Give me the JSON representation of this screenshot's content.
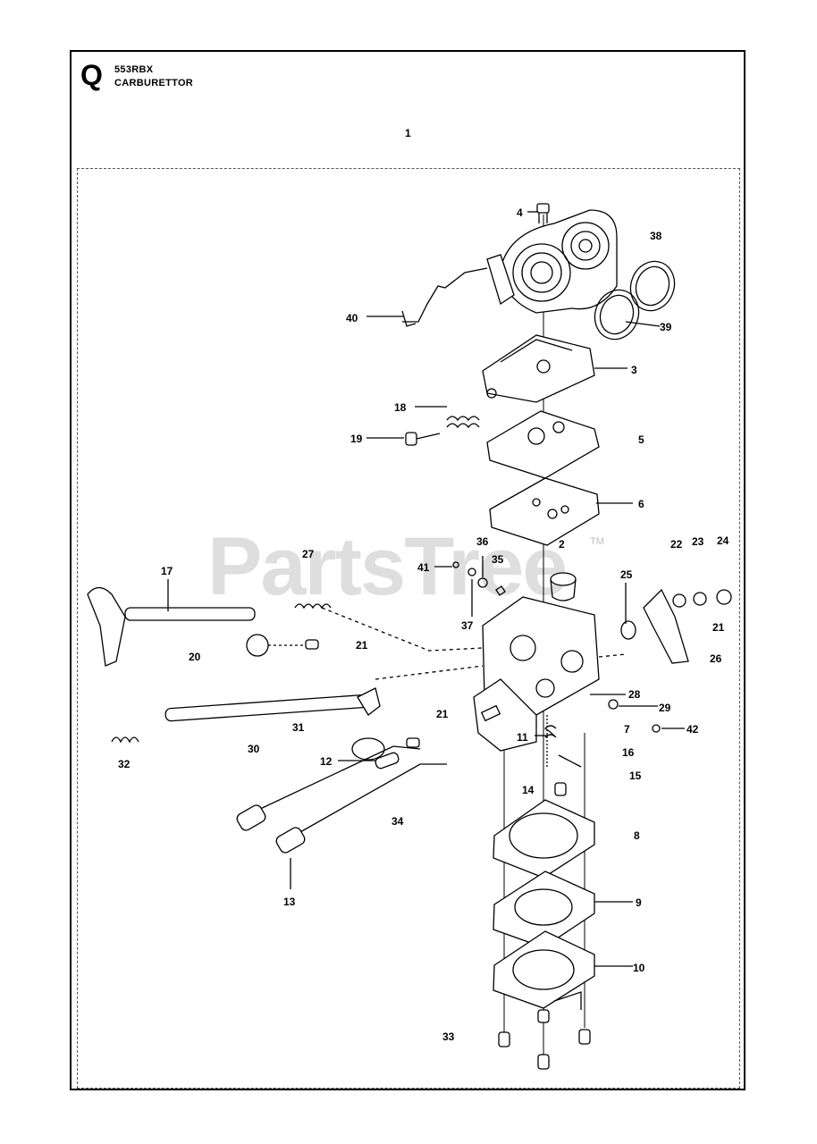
{
  "header": {
    "section_letter": "Q",
    "model": "553RBX",
    "title": "CARBURETTOR",
    "assembly_ref": "1"
  },
  "watermark": {
    "text": "PartsTree",
    "trademark": "TM"
  },
  "parts": [
    {
      "id": "p2",
      "text": "2"
    },
    {
      "id": "p3",
      "text": "3"
    },
    {
      "id": "p4",
      "text": "4"
    },
    {
      "id": "p5",
      "text": "5"
    },
    {
      "id": "p6",
      "text": "6"
    },
    {
      "id": "p7",
      "text": "7"
    },
    {
      "id": "p8",
      "text": "8"
    },
    {
      "id": "p9",
      "text": "9"
    },
    {
      "id": "p10",
      "text": "10"
    },
    {
      "id": "p11",
      "text": "11"
    },
    {
      "id": "p12",
      "text": "12"
    },
    {
      "id": "p13",
      "text": "13"
    },
    {
      "id": "p14",
      "text": "14"
    },
    {
      "id": "p15",
      "text": "15"
    },
    {
      "id": "p16",
      "text": "16"
    },
    {
      "id": "p17",
      "text": "17"
    },
    {
      "id": "p18",
      "text": "18"
    },
    {
      "id": "p19",
      "text": "19"
    },
    {
      "id": "p20",
      "text": "20"
    },
    {
      "id": "p21a",
      "text": "21"
    },
    {
      "id": "p21b",
      "text": "21"
    },
    {
      "id": "p21c",
      "text": "21"
    },
    {
      "id": "p22",
      "text": "22"
    },
    {
      "id": "p23",
      "text": "23"
    },
    {
      "id": "p24",
      "text": "24"
    },
    {
      "id": "p25",
      "text": "25"
    },
    {
      "id": "p26",
      "text": "26"
    },
    {
      "id": "p27",
      "text": "27"
    },
    {
      "id": "p28",
      "text": "28"
    },
    {
      "id": "p29",
      "text": "29"
    },
    {
      "id": "p30",
      "text": "30"
    },
    {
      "id": "p31",
      "text": "31"
    },
    {
      "id": "p32",
      "text": "32"
    },
    {
      "id": "p33",
      "text": "33"
    },
    {
      "id": "p34",
      "text": "34"
    },
    {
      "id": "p35",
      "text": "35"
    },
    {
      "id": "p36",
      "text": "36"
    },
    {
      "id": "p37",
      "text": "37"
    },
    {
      "id": "p38",
      "text": "38"
    },
    {
      "id": "p39",
      "text": "39"
    },
    {
      "id": "p40",
      "text": "40"
    },
    {
      "id": "p41",
      "text": "41"
    },
    {
      "id": "p42",
      "text": "42"
    }
  ]
}
